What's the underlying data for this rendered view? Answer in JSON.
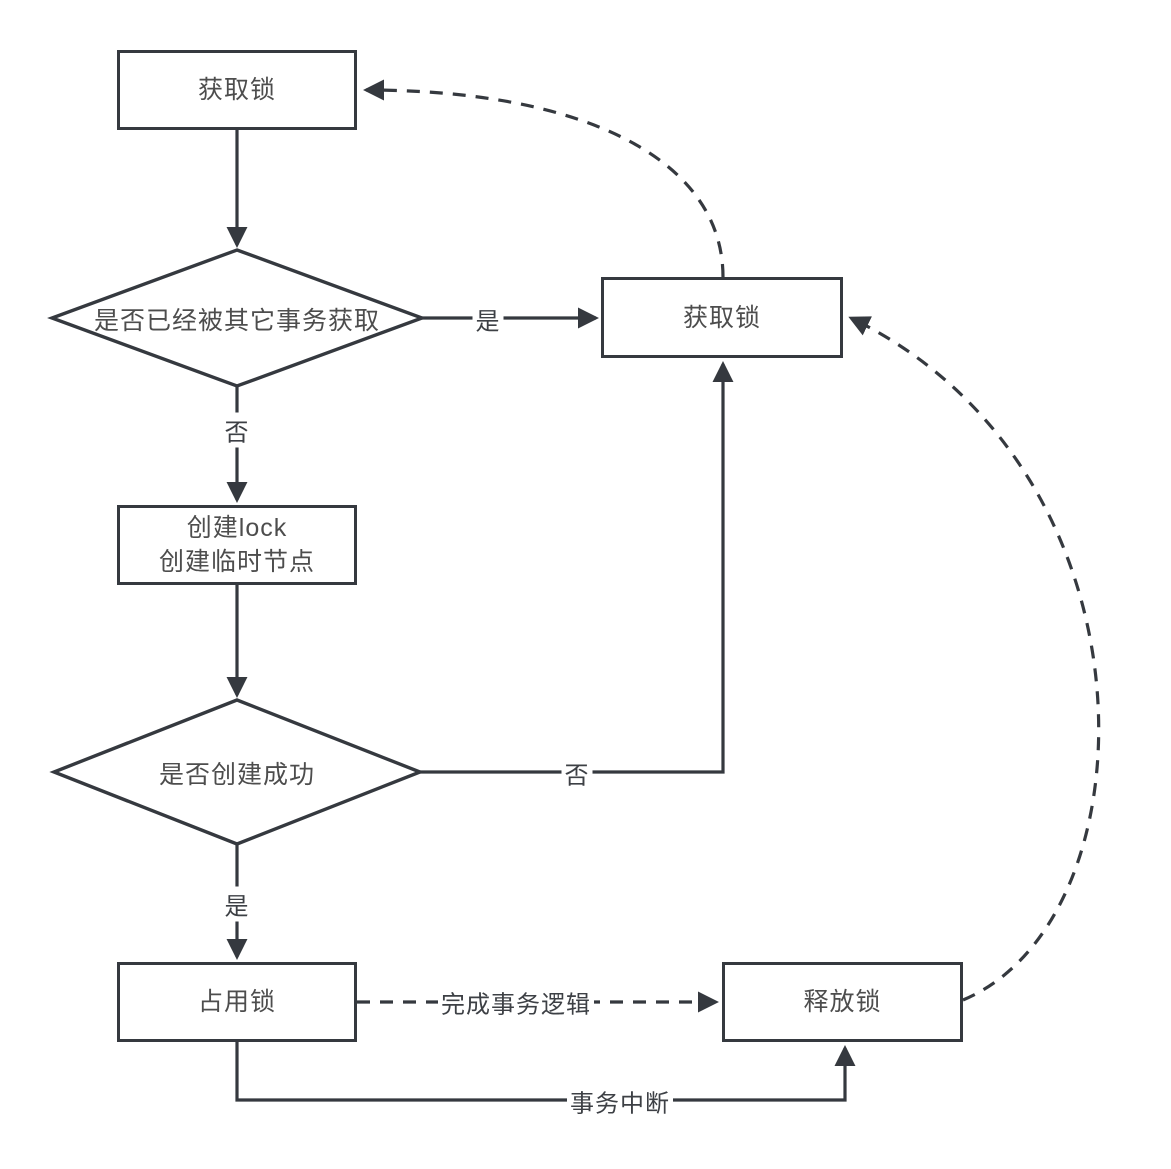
{
  "nodes": {
    "acquire_lock_start": {
      "label": "获取锁"
    },
    "check_acquired_by_other": {
      "label": "是否已经被其它事务获取"
    },
    "acquire_lock_retry": {
      "label": "获取锁"
    },
    "create_lock": {
      "line1": "创建lock",
      "line2": "创建临时节点"
    },
    "check_create_success": {
      "label": "是否创建成功"
    },
    "hold_lock": {
      "label": "占用锁"
    },
    "release_lock": {
      "label": "释放锁"
    }
  },
  "edge_labels": {
    "yes_to_retry": "是",
    "no_to_create": "否",
    "no_to_retry": "否",
    "yes_to_hold": "是",
    "complete_transaction": "完成事务逻辑",
    "transaction_interrupt": "事务中断"
  },
  "colors": {
    "stroke": "#35393f",
    "node_text": "#4d4d4d",
    "edge_text": "#3d4045",
    "background": "#ffffff"
  }
}
